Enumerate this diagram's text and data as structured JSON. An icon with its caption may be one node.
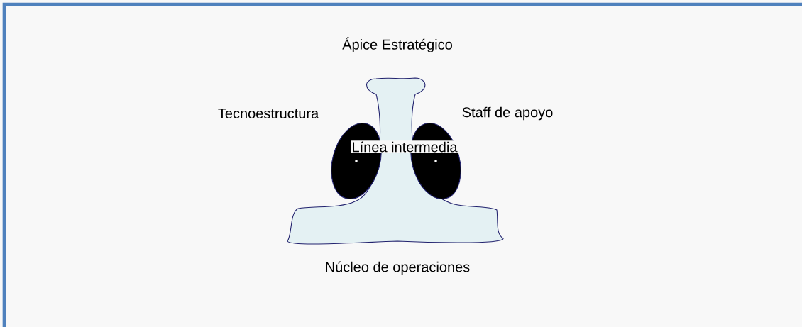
{
  "diagram": {
    "labels": [
      "Ápice Estratégico",
      "Tecnoestructura",
      "Staff de apoyo",
      "Línea intermedia",
      "Núcleo de operaciones"
    ]
  }
}
